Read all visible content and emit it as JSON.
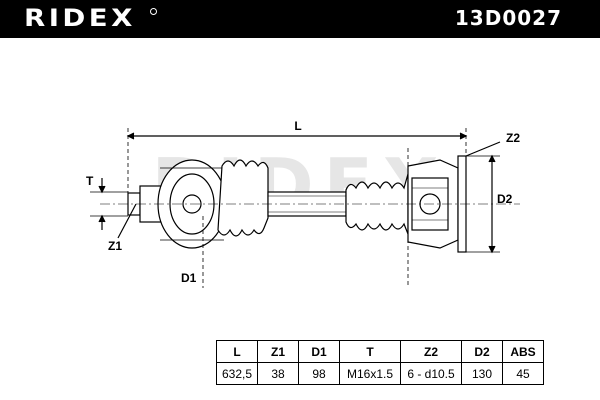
{
  "header": {
    "brand": "RIDEX",
    "part_number": "13D0027"
  },
  "diagram": {
    "watermark": "RIDEX",
    "labels": {
      "L": "L",
      "Z2": "Z2",
      "T": "T",
      "D2": "D2",
      "Z1": "Z1",
      "D1": "D1"
    }
  },
  "specs": {
    "headers": [
      "L",
      "Z1",
      "D1",
      "T",
      "Z2",
      "D2",
      "ABS"
    ],
    "values": [
      "632,5",
      "38",
      "98",
      "M16x1.5",
      "6 - d10.5",
      "130",
      "45"
    ]
  }
}
